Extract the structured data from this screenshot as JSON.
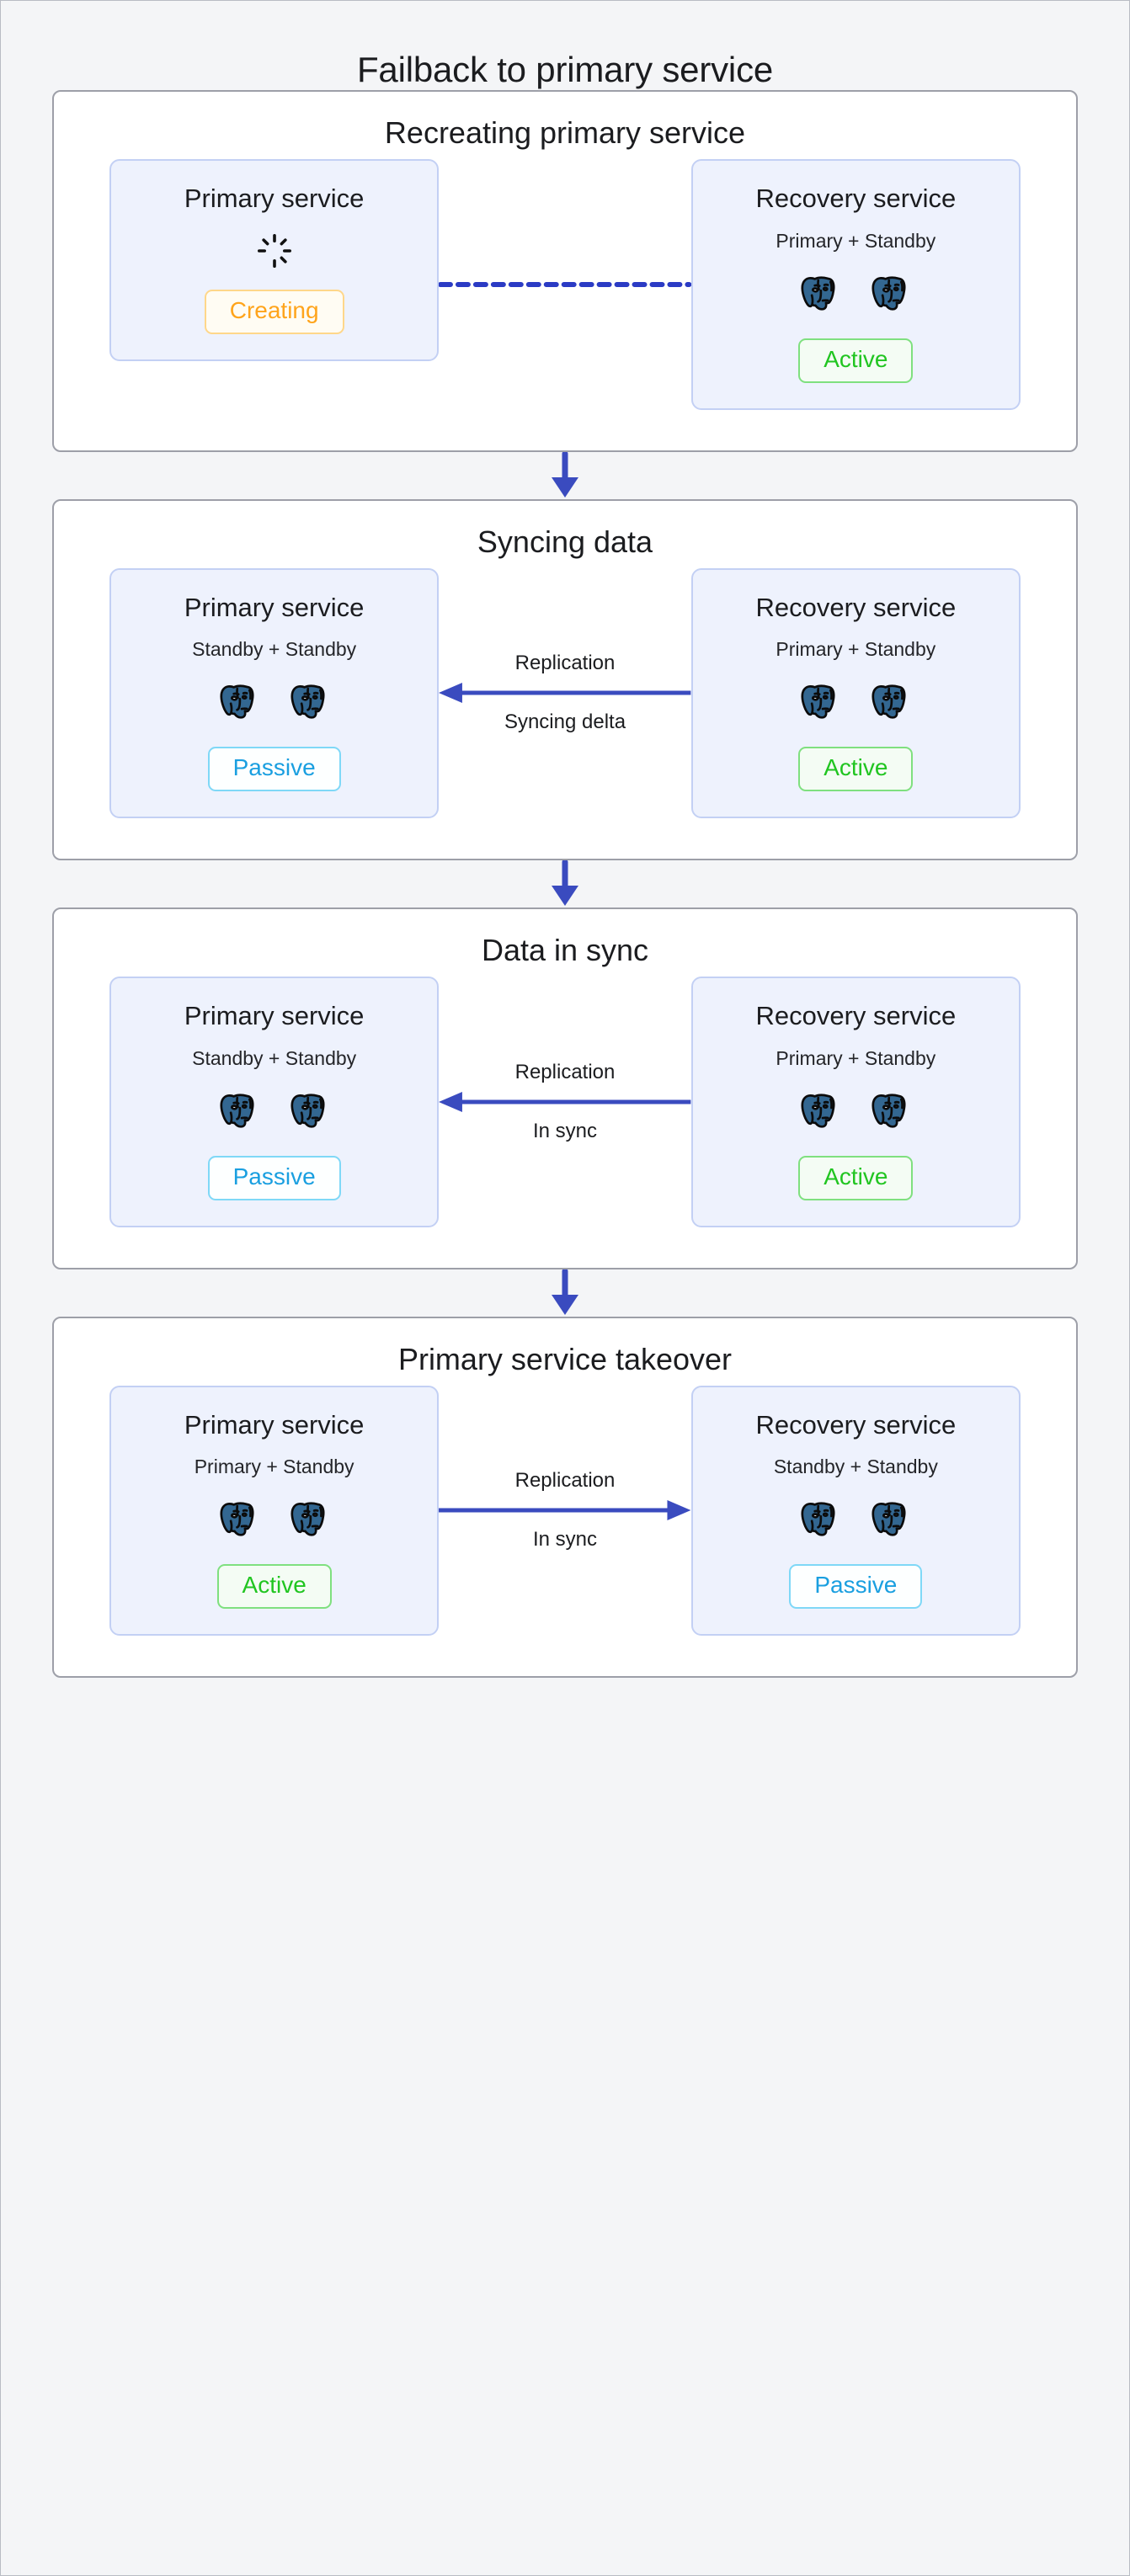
{
  "title": "Failback to primary service",
  "colors": {
    "page_bg": "#f4f5f7",
    "panel_bg": "#ffffff",
    "panel_border": "#9d9fa8",
    "card_bg": "#eef2fd",
    "card_border": "#c3d0f4",
    "arrow_blue": "#3a4bbf",
    "dashed_blue": "#2b3bc4",
    "active_green": "#21c521",
    "passive_blue": "#1a9fe0",
    "creating_orange": "#ffa41b",
    "postgres_blue": "#336791"
  },
  "stages": [
    {
      "title": "Recreating primary service",
      "left": {
        "name": "Primary service",
        "roles": null,
        "icon": "spinner-icon",
        "node_count": 0,
        "badge": "Creating",
        "badge_state": "creating"
      },
      "connector": {
        "style": "dashed",
        "direction": "none",
        "label_top": null,
        "label_bottom": null
      },
      "right": {
        "name": "Recovery service",
        "roles": "Primary + Standby",
        "icon": "postgres-icon",
        "node_count": 2,
        "badge": "Active",
        "badge_state": "active"
      }
    },
    {
      "title": "Syncing data",
      "left": {
        "name": "Primary service",
        "roles": "Standby + Standby",
        "icon": "postgres-icon",
        "node_count": 2,
        "badge": "Passive",
        "badge_state": "passive"
      },
      "connector": {
        "style": "solid",
        "direction": "left",
        "label_top": "Replication",
        "label_bottom": "Syncing delta"
      },
      "right": {
        "name": "Recovery service",
        "roles": "Primary + Standby",
        "icon": "postgres-icon",
        "node_count": 2,
        "badge": "Active",
        "badge_state": "active"
      }
    },
    {
      "title": "Data in sync",
      "left": {
        "name": "Primary service",
        "roles": "Standby + Standby",
        "icon": "postgres-icon",
        "node_count": 2,
        "badge": "Passive",
        "badge_state": "passive"
      },
      "connector": {
        "style": "solid",
        "direction": "left",
        "label_top": "Replication",
        "label_bottom": "In sync"
      },
      "right": {
        "name": "Recovery service",
        "roles": "Primary + Standby",
        "icon": "postgres-icon",
        "node_count": 2,
        "badge": "Active",
        "badge_state": "active"
      }
    },
    {
      "title": "Primary service takeover",
      "left": {
        "name": "Primary service",
        "roles": "Primary + Standby",
        "icon": "postgres-icon",
        "node_count": 2,
        "badge": "Active",
        "badge_state": "active"
      },
      "connector": {
        "style": "solid",
        "direction": "right",
        "label_top": "Replication",
        "label_bottom": "In sync"
      },
      "right": {
        "name": "Recovery service",
        "roles": "Standby + Standby",
        "icon": "postgres-icon",
        "node_count": 2,
        "badge": "Passive",
        "badge_state": "passive"
      }
    }
  ]
}
